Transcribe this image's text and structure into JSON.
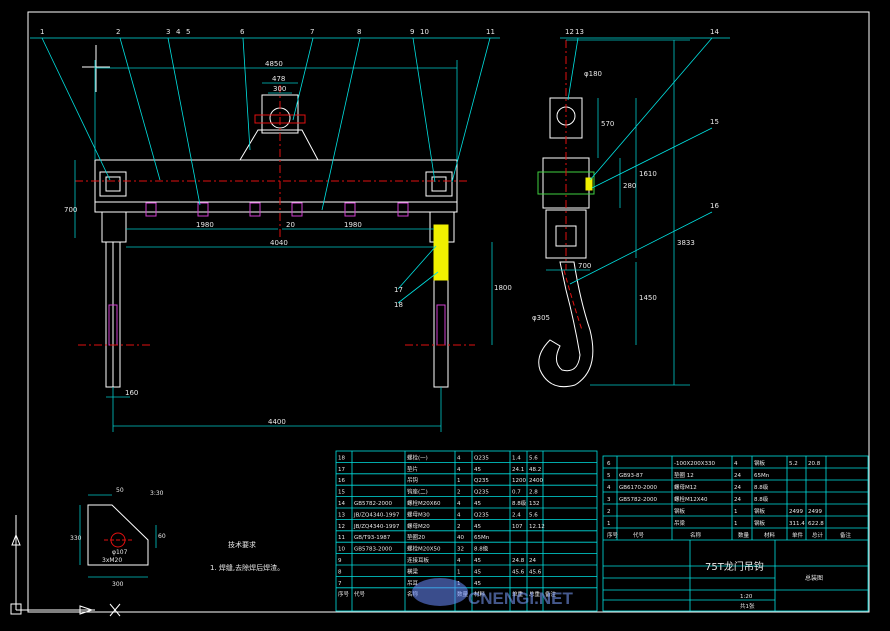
{
  "colors": {
    "bg": "#000000",
    "frame": "#ffffff",
    "part": "#ffffff",
    "dim": "#00c8c8",
    "leader": "#00e0e0",
    "center": "#e01010",
    "table": "#00e0e0",
    "text": "#e8e8e8",
    "magenta": "#d040d0",
    "yellow": "#f0f000",
    "green": "#40d040"
  },
  "balloons": [
    "1",
    "2",
    "3",
    "4",
    "5",
    "6",
    "7",
    "8",
    "9",
    "10",
    "11",
    "12",
    "13",
    "14",
    "15",
    "16",
    "17",
    "18"
  ],
  "dims": {
    "front_overall": "4850",
    "front_478": "478",
    "front_300": "300",
    "front_700": "700",
    "front_1980a": "1980",
    "front_20": "20",
    "front_1980b": "1980",
    "front_4040": "4040",
    "front_1800": "1800",
    "front_160": "160",
    "front_4400": "4400",
    "side_phi180": "φ180",
    "side_570": "570",
    "side_280": "280",
    "side_1610": "1610",
    "side_3833": "3833",
    "side_700": "700",
    "side_1450": "1450",
    "side_phi305": "φ305",
    "plate_50": "50",
    "plate_r": "3:30",
    "plate_330": "330",
    "plate_60": "60",
    "plate_300": "300",
    "plate_phi": "φ107",
    "plate_st": "3xM20"
  },
  "notes": {
    "title": "技术要求",
    "line1": "1. 焊缝,去除焊后焊渣。"
  },
  "bom_left": [
    [
      "18",
      "",
      "螺栓(一)",
      "4",
      "Q235",
      "1.4",
      "5.6",
      ""
    ],
    [
      "17",
      "",
      "垫片",
      "4",
      "45",
      "24.1",
      "48.2",
      ""
    ],
    [
      "16",
      "",
      "吊钩",
      "1",
      "Q235",
      "1200",
      "2400",
      ""
    ],
    [
      "15",
      "",
      "钩座(二)",
      "2",
      "Q235",
      "0.7",
      "2.8",
      ""
    ],
    [
      "14",
      "GB5782-2000",
      "螺栓M20X60",
      "4",
      "45",
      "8.8级",
      "132",
      ""
    ],
    [
      "13",
      "JB/ZQ4340-1997",
      "螺母M30",
      "4",
      "Q235",
      "2.4",
      "5.6",
      ""
    ],
    [
      "12",
      "JB/ZQ4340-1997",
      "螺母M20",
      "2",
      "45",
      "107",
      "12.12",
      ""
    ],
    [
      "11",
      "GB/T93-1987",
      "垫圈20",
      "40",
      "65Mn",
      "",
      "",
      ""
    ],
    [
      "10",
      "GB5783-2000",
      "螺栓M20X50",
      "32",
      "8.8级",
      "",
      "",
      ""
    ],
    [
      "9",
      "",
      "连接耳板",
      "4",
      "45",
      "24.8",
      "24",
      ""
    ],
    [
      "8",
      "",
      "横梁",
      "1",
      "45",
      "45.6",
      "45.6",
      ""
    ],
    [
      "7",
      "",
      "吊耳",
      "1",
      "45",
      "",
      "",
      ""
    ]
  ],
  "bom_left_head": [
    "序号",
    "代号",
    "名称",
    "数量",
    "材料",
    "单重",
    "总重",
    "备注"
  ],
  "bom_right": [
    [
      "6",
      "",
      "-100X200X330",
      "4",
      "钢板",
      "5.2",
      "20.8"
    ],
    [
      "5",
      "GB93-87",
      "垫圈 12",
      "24",
      "65Mn",
      "",
      ""
    ],
    [
      "4",
      "GB6170-2000",
      "螺母M12",
      "24",
      "8.8级",
      "",
      ""
    ],
    [
      "3",
      "GB5782-2000",
      "螺栓M12X40",
      "24",
      "8.8级",
      "",
      ""
    ],
    [
      "2",
      "",
      "钢板",
      "1",
      "钢板",
      "2499",
      "2499"
    ],
    [
      "1",
      "",
      "吊梁",
      "1",
      "钢板",
      "311.4",
      "622.8"
    ]
  ],
  "bom_right_head": [
    "序号",
    "代号",
    "名称",
    "数量",
    "材料",
    "单件",
    "总计",
    "备注"
  ],
  "titleblock": {
    "name": "75T龙门吊钩",
    "drawing_no": "总装图",
    "scale": "1:20",
    "sheet": "共1张"
  },
  "watermark": "CNENGI.NET"
}
